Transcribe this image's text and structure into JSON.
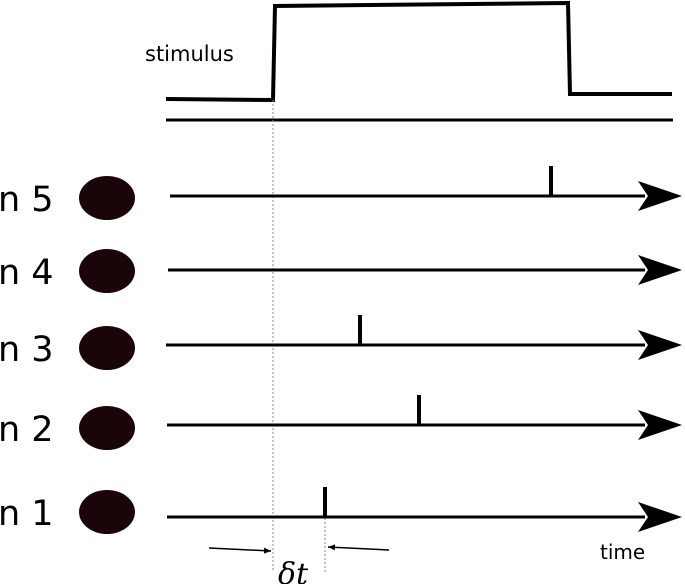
{
  "stimulus": {
    "label": "stimulus"
  },
  "neurons": [
    {
      "label": "n 5",
      "spike_time": 551
    },
    {
      "label": "n 4",
      "spike_time": null
    },
    {
      "label": "n 3",
      "spike_time": 360
    },
    {
      "label": "n 2",
      "spike_time": 419
    },
    {
      "label": "n 1",
      "spike_time": 325
    }
  ],
  "axis": {
    "time_label": "time"
  },
  "delay": {
    "label": "δt"
  },
  "colors": {
    "neuron_fill": "#1a0608",
    "line": "#000000",
    "guide": "#888888"
  }
}
